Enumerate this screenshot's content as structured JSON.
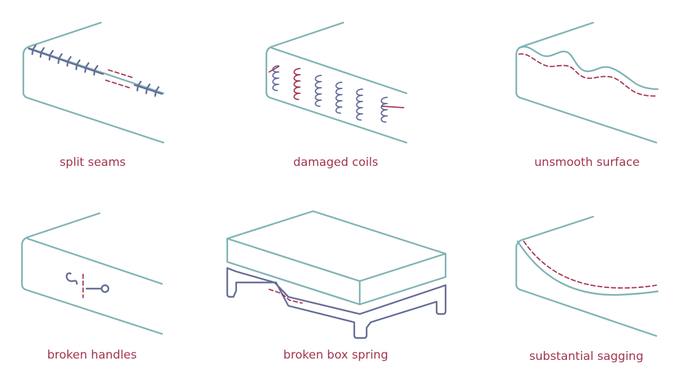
{
  "colors": {
    "outline": "#7fb3b5",
    "detail": "#646c97",
    "accent": "#a2344f",
    "caption": "#a2344f"
  },
  "panels": [
    {
      "id": "split-seams",
      "label": "split seams",
      "icon": "split-seams-icon"
    },
    {
      "id": "damaged-coils",
      "label": "damaged coils",
      "icon": "damaged-coils-icon"
    },
    {
      "id": "unsmooth-surface",
      "label": "unsmooth surface",
      "icon": "unsmooth-surface-icon"
    },
    {
      "id": "broken-handles",
      "label": "broken handles",
      "icon": "broken-handles-icon"
    },
    {
      "id": "broken-box-spring",
      "label": "broken box spring",
      "icon": "broken-box-spring-icon"
    },
    {
      "id": "substantial-sagging",
      "label": "substantial sagging",
      "icon": "substantial-sagging-icon"
    }
  ]
}
